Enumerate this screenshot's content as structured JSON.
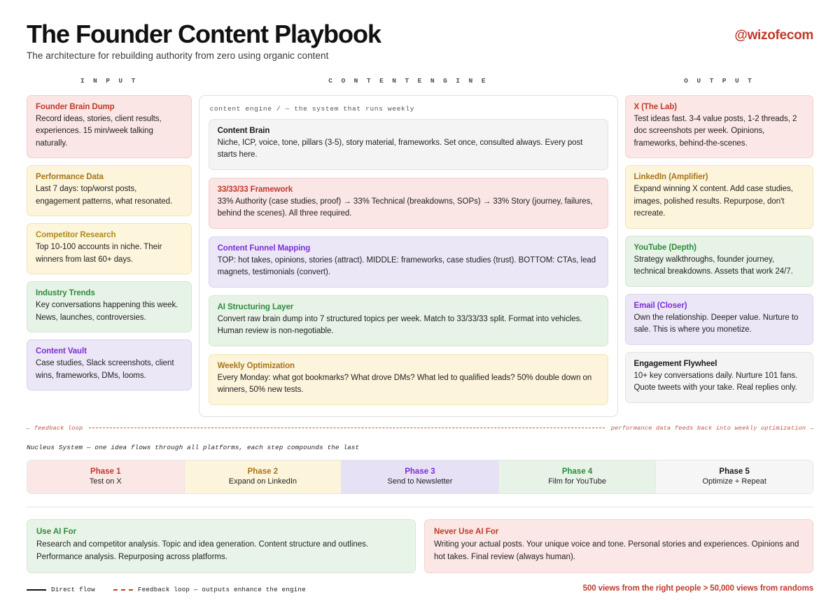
{
  "header": {
    "title": "The Founder Content Playbook",
    "subtitle": "The architecture for rebuilding authority from zero using organic content",
    "brand": "@wizofecom"
  },
  "columns": {
    "input_label": "I N P U T",
    "engine_label": "C O N T E N T   E N G I N E",
    "output_label": "O U T P U T"
  },
  "input_cards": [
    {
      "title": "Founder Brain Dump",
      "body": "Record ideas, stories, client results, experiences. 15 min/week talking naturally."
    },
    {
      "title": "Performance Data",
      "body": "Last 7 days: top/worst posts, engagement patterns, what resonated."
    },
    {
      "title": "Competitor Research",
      "body": "Top 10-100 accounts in niche. Their winners from last 60+ days."
    },
    {
      "title": "Industry Trends",
      "body": "Key conversations happening this week. News, launches, controversies."
    },
    {
      "title": "Content Vault",
      "body": "Case studies, Slack screenshots, client wins, frameworks, DMs, looms."
    }
  ],
  "engine": {
    "head": "content engine / — the system that runs weekly",
    "cards": [
      {
        "title": "Content Brain",
        "body": "Niche, ICP, voice, tone, pillars (3-5), story material, frameworks. Set once, consulted always. Every post starts here."
      },
      {
        "title": "33/33/33 Framework",
        "body": "33% Authority (case studies, proof) → 33% Technical (breakdowns, SOPs) → 33% Story (journey, failures, behind the scenes). All three required."
      },
      {
        "title": "Content Funnel Mapping",
        "body": "TOP: hot takes, opinions, stories (attract). MIDDLE: frameworks, case studies (trust). BOTTOM: CTAs, lead magnets, testimonials (convert)."
      },
      {
        "title": "AI Structuring Layer",
        "body": "Convert raw brain dump into 7 structured topics per week. Match to 33/33/33 split. Format into vehicles. Human review is non-negotiable."
      },
      {
        "title": "Weekly Optimization",
        "body": "Every Monday: what got bookmarks? What drove DMs? What led to qualified leads? 50% double down on winners, 50% new tests."
      }
    ]
  },
  "output_cards": [
    {
      "title": "X (The Lab)",
      "body": "Test ideas fast. 3-4 value posts, 1-2 threads, 2 doc screenshots per week. Opinions, frameworks, behind-the-scenes."
    },
    {
      "title": "LinkedIn (Amplifier)",
      "body": "Expand winning X content. Add case studies, images, polished results. Repurpose, don't recreate."
    },
    {
      "title": "YouTube (Depth)",
      "body": "Strategy walkthroughs, founder journey, technical breakdowns. Assets that work 24/7."
    },
    {
      "title": "Email (Closer)",
      "body": "Own the relationship. Deeper value. Nurture to sale. This is where you monetize."
    },
    {
      "title": "Engagement Flywheel",
      "body": "10+ key conversations daily. Nurture 101 fans. Quote tweets with your take. Real replies only."
    }
  ],
  "loop": {
    "left": "← feedback loop",
    "right": "performance data feeds back into weekly optimization →"
  },
  "nucleus": "Nucleus System — one idea flows through all platforms, each step compounds the last",
  "phases": [
    {
      "number": "Phase 1",
      "label": "Test on X"
    },
    {
      "number": "Phase 2",
      "label": "Expand on LinkedIn"
    },
    {
      "number": "Phase 3",
      "label": "Send to Newsletter"
    },
    {
      "number": "Phase 4",
      "label": "Film for YouTube"
    },
    {
      "number": "Phase 5",
      "label": "Optimize + Repeat"
    }
  ],
  "ai": {
    "good_title": "Use AI For",
    "good_body": "Research and competitor analysis. Topic and idea generation. Content structure and outlines. Performance analysis. Repurposing across platforms.",
    "bad_title": "Never Use AI For",
    "bad_body": "Writing your actual posts. Your unique voice and tone. Personal stories and experiences. Opinions and hot takes. Final review (always human)."
  },
  "footer": {
    "legend_solid": "Direct flow",
    "legend_dashed": "Feedback loop — outputs enhance the engine",
    "tagline": "500 views from the right people > 50,000 views from randoms"
  }
}
